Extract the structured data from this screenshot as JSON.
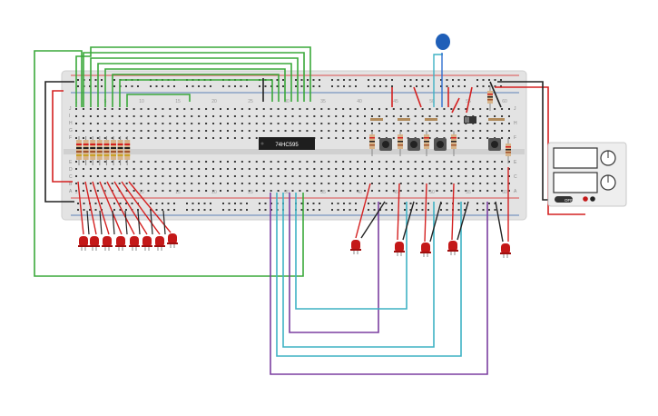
{
  "colors": {
    "board": "#e3e3e3",
    "hole": "#3a3a3a",
    "rail_red": "#d81b1b",
    "rail_blue": "#2f5fa8",
    "wire_green": "#3aa83a",
    "wire_red": "#d42020",
    "wire_black": "#222222",
    "wire_purple": "#7b3fa0",
    "wire_cyan": "#3fb2c4",
    "wire_blue": "#2f6ed0",
    "led": "#c41818",
    "chip": "#1e1e1e",
    "supply_body": "#eeeeee"
  },
  "breadboard": {
    "row_letters_top": [
      "J",
      "I",
      "H",
      "G",
      "F"
    ],
    "row_letters_bottom": [
      "E",
      "D",
      "C",
      "B",
      "A"
    ],
    "column_numbers_top": [
      "1",
      "5",
      "10",
      "15",
      "20",
      "25",
      "30",
      "35",
      "40",
      "45",
      "50",
      "55",
      "60"
    ],
    "column_numbers_bottom": [
      "1",
      "5",
      "10",
      "15",
      "20",
      "25",
      "30",
      "35",
      "40",
      "45",
      "50",
      "55",
      "60"
    ]
  },
  "chip": {
    "label": "74HC595"
  },
  "power_supply": {
    "button_label": "OFF",
    "knob_label_top": "",
    "knob_label_bottom": ""
  }
}
